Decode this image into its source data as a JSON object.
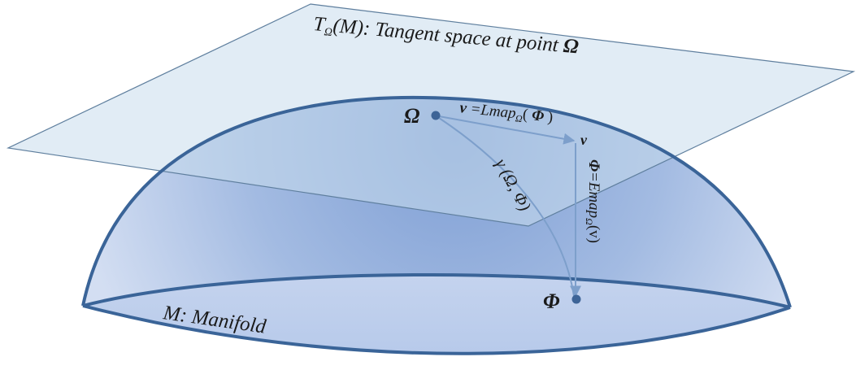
{
  "tangent_space": {
    "label_prefix": "T",
    "label_sub": "Ω",
    "label_rest": "(M): Tangent space at point ",
    "label_point": "Ω"
  },
  "manifold": {
    "label": "M: Manifold"
  },
  "points": {
    "omega": "Ω",
    "phi": "Φ"
  },
  "annotations": {
    "lmap_v": "v",
    "lmap_eq": " =Lmap",
    "lmap_sub": "Ω",
    "lmap_arg": "( ",
    "lmap_phi": "Φ",
    "lmap_close": " )",
    "v_tip": "v",
    "geodesic": "γ (Ω, Φ)",
    "emap_phi": "Φ",
    "emap_eq": "=Emap",
    "emap_sub": "Ω",
    "emap_arg": "(v)"
  },
  "colors": {
    "plane_fill": "#c9dced",
    "plane_stroke": "#5f7f9e",
    "dome_dark": "#7e9ed4",
    "dome_light": "#c4d3ee",
    "dome_stroke": "#3a6498",
    "arrow": "#7d9fcb",
    "point": "#3d6497"
  }
}
